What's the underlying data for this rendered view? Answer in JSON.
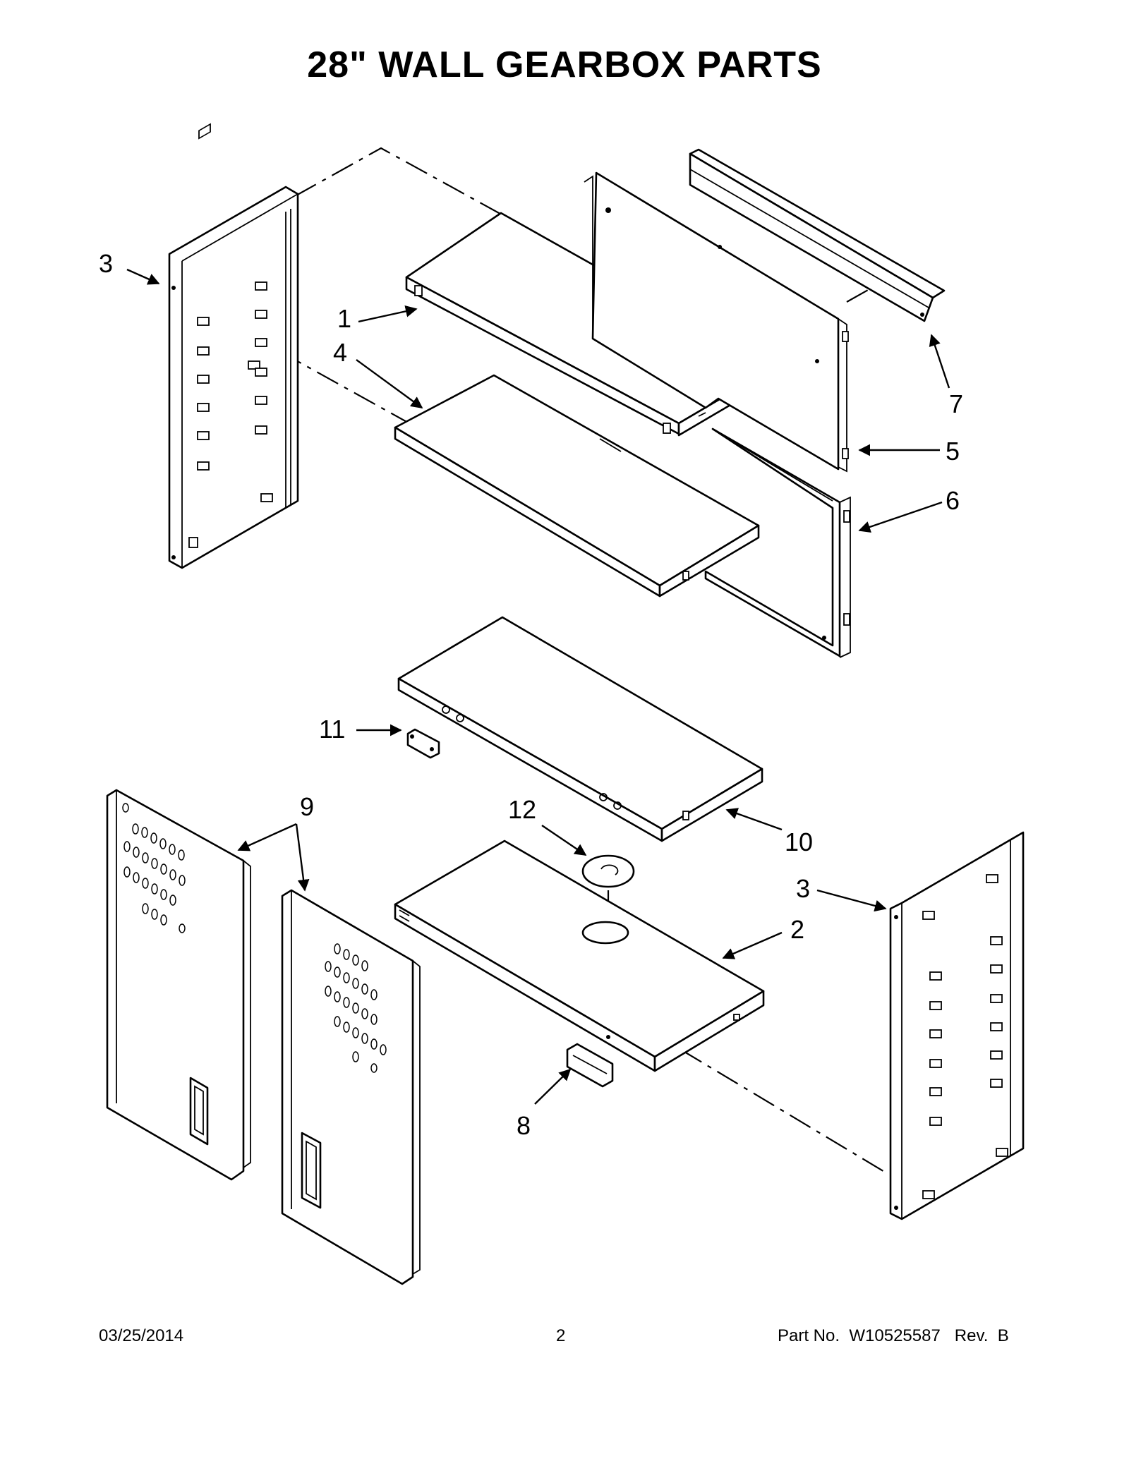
{
  "title": "28\" WALL GEARBOX PARTS",
  "callouts": {
    "c1": "1",
    "c2": "2",
    "c3_left": "3",
    "c3_right": "3",
    "c4": "4",
    "c5": "5",
    "c6": "6",
    "c7": "7",
    "c8": "8",
    "c9": "9",
    "c10": "10",
    "c11": "11",
    "c12": "12"
  },
  "footer": {
    "date": "03/25/2014",
    "page": "2",
    "part_number": "Part No.  W10525587   Rev.  B"
  }
}
